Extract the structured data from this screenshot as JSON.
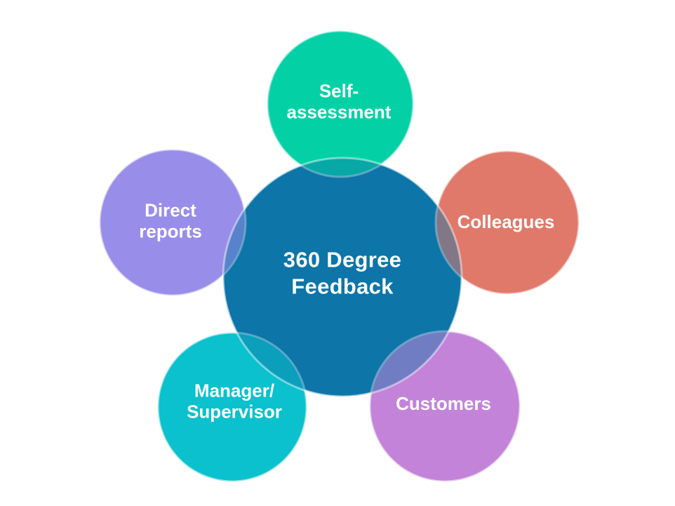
{
  "diagram": {
    "type": "radial-overlap",
    "title": "360 Degree Feedback",
    "background_color": "#ffffff",
    "text_color": "#ffffff",
    "center": {
      "id": "360-degree-feedback",
      "lines": [
        "360 Degree",
        "Feedback"
      ],
      "color": "#0e76a8"
    },
    "nodes": [
      {
        "id": "self-assessment",
        "lines": [
          "Self-",
          "assessment"
        ],
        "color": "#03d1a5"
      },
      {
        "id": "colleagues",
        "lines": [
          "Colleagues"
        ],
        "color": "#e0796a"
      },
      {
        "id": "customers",
        "lines": [
          "Customers"
        ],
        "color": "#c383d9"
      },
      {
        "id": "manager-supervisor",
        "lines": [
          "Manager/",
          "Supervisor"
        ],
        "color": "#0ac1cd"
      },
      {
        "id": "direct-reports",
        "lines": [
          "Direct",
          "reports"
        ],
        "color": "#988de9"
      }
    ]
  }
}
